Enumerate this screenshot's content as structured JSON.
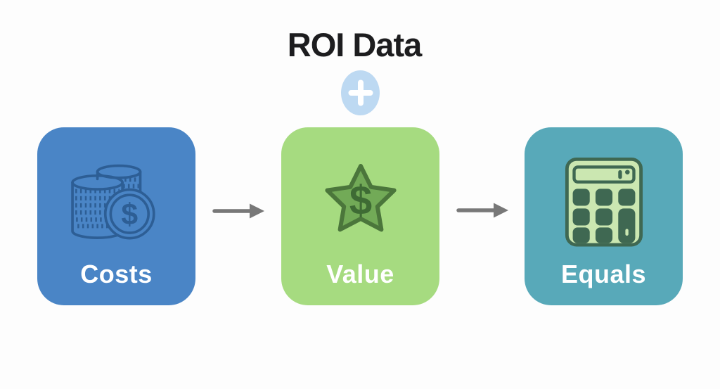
{
  "page": {
    "background": "#fdfdfd"
  },
  "header": {
    "title": "ROI Data",
    "title_color": "#1d1d1f",
    "plus_badge": {
      "icon": "plus-icon",
      "background": "#bdd9f2",
      "glyph_color": "#ffffff"
    }
  },
  "flow": {
    "cards": [
      {
        "id": "costs",
        "label": "Costs",
        "label_color": "#ffffff",
        "background": "#4a85c6",
        "icon": "coins-dollar-icon",
        "icon_color": "#2d5e95",
        "currency_symbol": "$"
      },
      {
        "id": "value",
        "label": "Value",
        "label_color": "#ffffff",
        "background": "#a6db80",
        "icon": "star-dollar-icon",
        "icon_fill": "#72aa57",
        "icon_stroke": "#4b763b",
        "symbol_color": "#3e6b34",
        "currency_symbol": "$"
      },
      {
        "id": "equals",
        "label": "Equals",
        "label_color": "#ffffff",
        "background": "#58a9b9",
        "icon": "calculator-icon",
        "icon_body_color": "#cbe7b1",
        "icon_dark_color": "#3f6852"
      }
    ],
    "connectors": [
      {
        "icon": "right-arrow-icon",
        "color": "#787878"
      },
      {
        "icon": "right-arrow-icon",
        "color": "#787878"
      }
    ]
  }
}
